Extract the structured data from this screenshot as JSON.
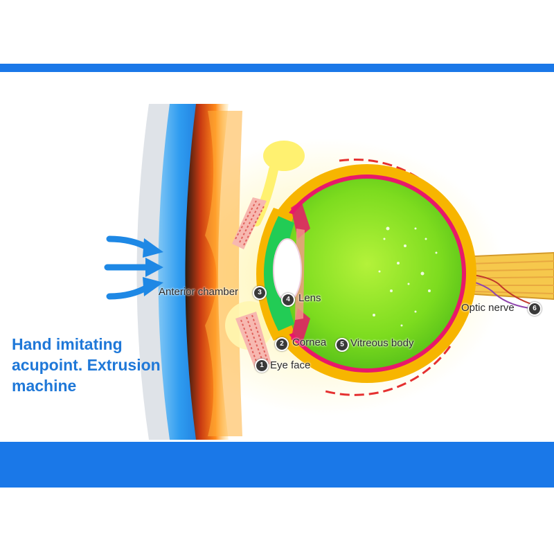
{
  "caption": {
    "lines": [
      "Hand imitating",
      "acupoint. Extrusion",
      "machine"
    ]
  },
  "labels": [
    {
      "number": "1",
      "text": "Eye face"
    },
    {
      "number": "2",
      "text": "Cornea"
    },
    {
      "number": "3",
      "text": "Anterior chamber"
    },
    {
      "number": "4",
      "text": "Lens"
    },
    {
      "number": "5",
      "text": "Vitreous body"
    },
    {
      "number": "6",
      "text": "Optic nerve"
    }
  ],
  "colors": {
    "band": "#1a78e8",
    "caption": "#1f78d8",
    "vitreous": "#7ddc1f",
    "sclera": "#f7b500",
    "retina_line": "#e8186a",
    "anterior_chamber": "#22cc55",
    "dashed_arc": "#e53030",
    "arrows": "#1e88e5"
  }
}
